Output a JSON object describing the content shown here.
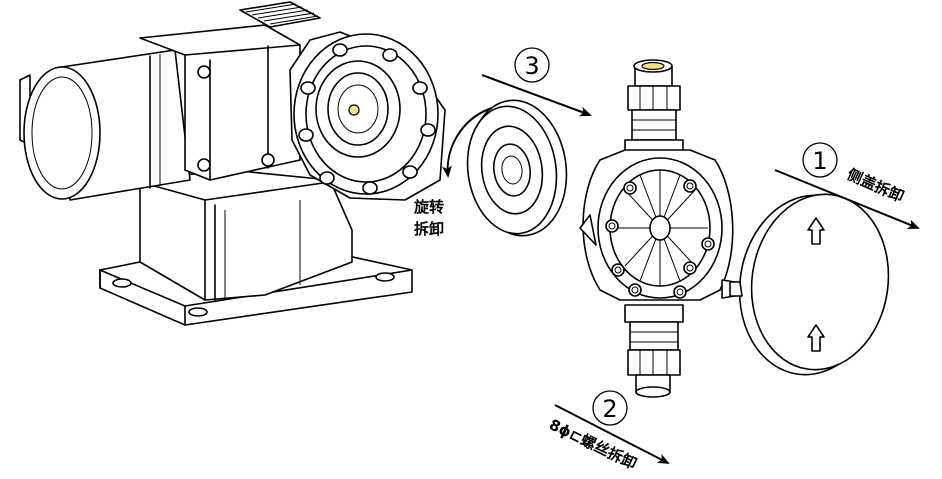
{
  "steps": [
    {
      "number": "1",
      "label": "侧盖拆卸"
    },
    {
      "number": "2",
      "label": "8ϕ⊏螺丝拆卸"
    },
    {
      "number": "3",
      "label": ""
    }
  ],
  "rotate_label": {
    "line1": "旋转",
    "line2": "拆卸"
  },
  "colors": {
    "stroke": "#000000",
    "background": "#ffffff",
    "highlight": "#f3e28a"
  }
}
